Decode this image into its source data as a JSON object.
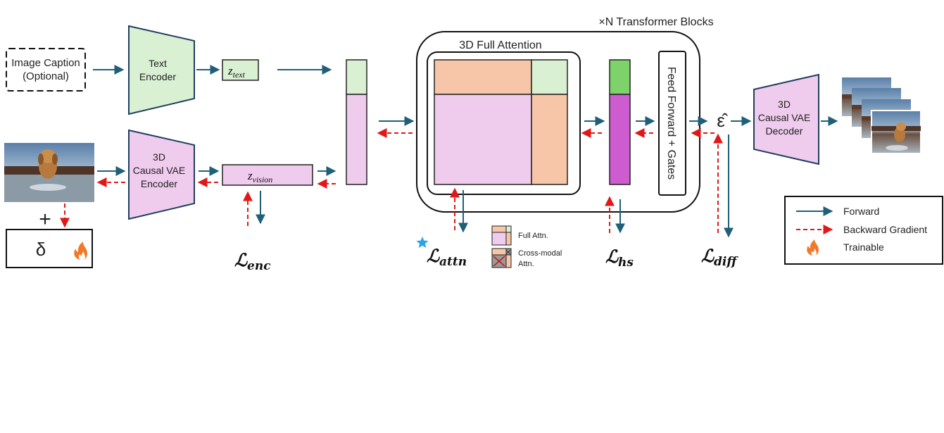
{
  "caption_box": {
    "line1": "Image Caption",
    "line2": "(Optional)"
  },
  "text_encoder": {
    "line1": "Text",
    "line2": "Encoder"
  },
  "z_text": {
    "base": "z",
    "sub": "text"
  },
  "vae_encoder": {
    "line1": "3D",
    "line2": "Causal VAE",
    "line3": "Encoder"
  },
  "z_vision": {
    "base": "z",
    "sub": "vision"
  },
  "delta": {
    "symbol": "δ"
  },
  "plus": "+",
  "transformer": {
    "title": "×N Transformer Blocks",
    "attention_title": "3D Full Attention",
    "ffn_label": "Feed Forward + Gates"
  },
  "eps_hat": "ε̂",
  "vae_decoder": {
    "line1": "3D",
    "line2": "Causal VAE",
    "line3": "Decoder"
  },
  "losses": {
    "enc": {
      "base": "ℒ",
      "sub": "enc"
    },
    "attn": {
      "base": "ℒ",
      "sub": "attn"
    },
    "hs": {
      "base": "ℒ",
      "sub": "hs"
    },
    "diff": {
      "base": "ℒ",
      "sub": "diff"
    }
  },
  "attn_legend": {
    "full": "Full Attn.",
    "cross_line1": "Cross-modal",
    "cross_line2": "Attn."
  },
  "legend": {
    "forward": "Forward",
    "backward": "Backward Gradient",
    "trainable": "Trainable"
  },
  "colors": {
    "forward": "#1f5f7a",
    "backward": "#e01818",
    "text_green": "#d9f0d3",
    "vae_pink": "#efcbed",
    "attn_orange": "#f7c6a8",
    "hs_green": "#7dd36a",
    "hs_magenta": "#cc5ccf",
    "star": "#2aa6e8"
  },
  "icons": {
    "flame": "flame-icon",
    "star": "star-icon",
    "dog_frame": "dog-image"
  }
}
